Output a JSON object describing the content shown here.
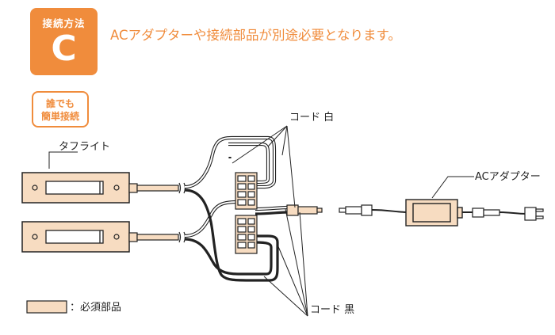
{
  "badge": {
    "title": "接続方法",
    "letter": "C"
  },
  "headline": "ACアダプターや接続部品が別途必要となります。",
  "easy_tag": {
    "line1": "誰でも",
    "line2": "簡単接続"
  },
  "labels": {
    "tape_light": "タフライト",
    "cord_white": "コード 白",
    "cord_black": "コード 黒",
    "ac_adapter": "ACアダプター",
    "legend": "：必須部品"
  },
  "colors": {
    "accent": "#f08c3c",
    "part_fill": "#f7dcc1",
    "line": "#222222"
  }
}
